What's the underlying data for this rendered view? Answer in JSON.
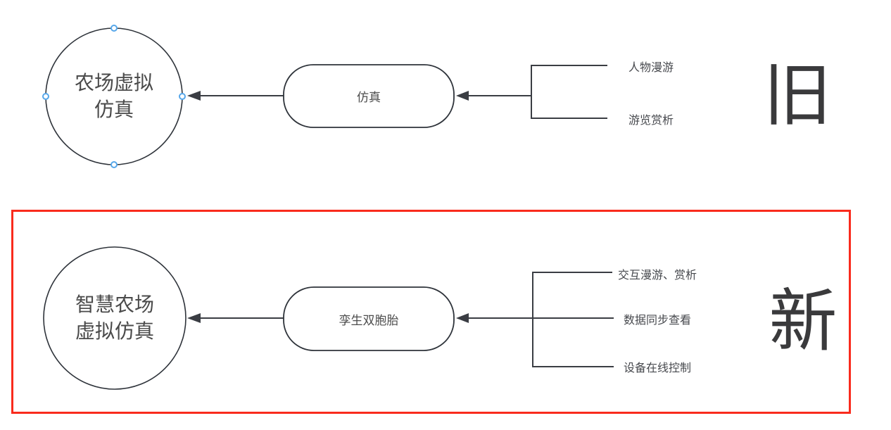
{
  "canvas": {
    "background": "#ffffff",
    "shape_stroke_color": "#2e333a",
    "connector_color": "#3a3d43",
    "text_color": "#4a4d52",
    "highlight_box_color": "#f92b1d",
    "selection_handle_color": "#56a7ea"
  },
  "old_section": {
    "tag": "旧",
    "circle_lines": [
      "农场虚拟",
      "仿真"
    ],
    "node_label": "仿真",
    "branches": [
      "人物漫游",
      "游览赏析"
    ]
  },
  "new_section": {
    "tag": "新",
    "circle_lines": [
      "智慧农场",
      "虚拟仿真"
    ],
    "node_label": "孪生双胞胎",
    "branches": [
      "交互漫游、赏析",
      "数据同步查看",
      "设备在线控制"
    ]
  }
}
